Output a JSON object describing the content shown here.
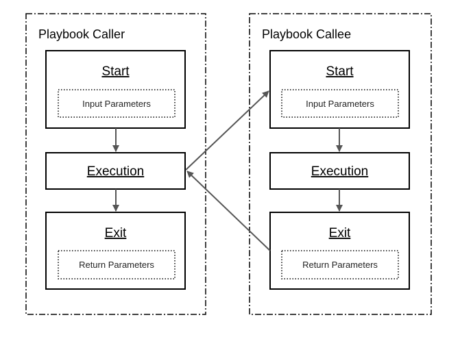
{
  "caller": {
    "title": "Playbook Caller",
    "start": {
      "title": "Start",
      "params": "Input Parameters"
    },
    "execution": {
      "title": "Execution"
    },
    "exit": {
      "title": "Exit",
      "params": "Return Parameters"
    }
  },
  "callee": {
    "title": "Playbook Callee",
    "start": {
      "title": "Start",
      "params": "Input Parameters"
    },
    "execution": {
      "title": "Execution"
    },
    "exit": {
      "title": "Exit",
      "params": "Return Parameters"
    }
  },
  "colors": {
    "line": "#000000",
    "arrow": "#555555"
  }
}
